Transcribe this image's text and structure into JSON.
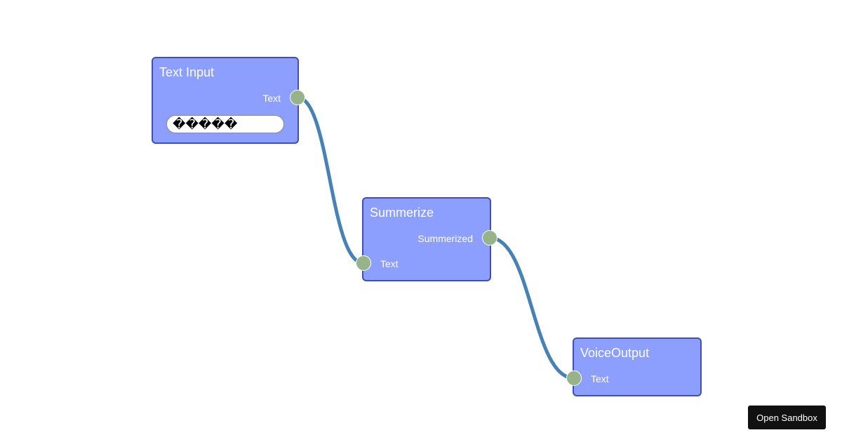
{
  "colors": {
    "node_fill": "#8c9fff",
    "node_border": "#3f4fb5",
    "socket": "#96b38a",
    "connection": "#4682b4",
    "button_bg": "#111111"
  },
  "nodes": {
    "text_input": {
      "title": "Text Input",
      "output_label": "Text",
      "field_value": "�����"
    },
    "summerize": {
      "title": "Summerize",
      "output_label": "Summerized",
      "input_label": "Text"
    },
    "voice_output": {
      "title": "VoiceOutput",
      "input_label": "Text"
    }
  },
  "toolbar": {
    "open_sandbox_label": "Open Sandbox"
  }
}
